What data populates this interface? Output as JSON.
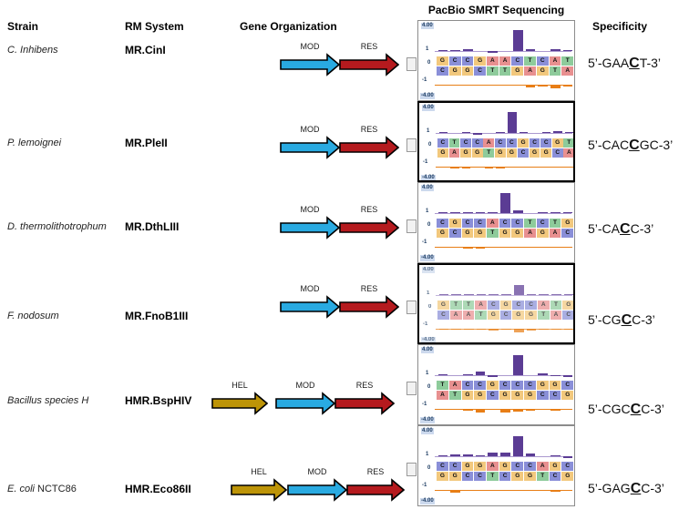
{
  "header": {
    "strain": "Strain",
    "rm_system": "RM System",
    "gene_organization": "Gene Organization",
    "pacbio": "PacBio SMRT Sequencing",
    "specificity": "Specificity"
  },
  "colors": {
    "mod_gene": "#29aae1",
    "res_gene": "#b51a1e",
    "hel_gene": "#bd9407",
    "bar_top": "#5b3c94",
    "bar_bottom": "#e87e16",
    "base_A": "#e89090",
    "base_C": "#8a8fd8",
    "base_G": "#f2c87d",
    "base_T": "#8ecb9b",
    "axis_label": "#17375e"
  },
  "rows": [
    {
      "strain_italic": "C. Inhibens",
      "strain_normal": "",
      "rm_system": "MR.CinI",
      "genes": [
        "MOD",
        "RES"
      ],
      "specificity": {
        "prefix": "5’-GAA",
        "modified_base": "C",
        "suffix": "T-3’"
      }
    },
    {
      "strain_italic": "P. lemoignei",
      "strain_normal": "",
      "rm_system": "MR.PleII",
      "genes": [
        "MOD",
        "RES"
      ],
      "specificity": {
        "prefix": "5’-CAC",
        "modified_base": "C",
        "suffix": "GC-3’"
      }
    },
    {
      "strain_italic": "D. thermolithotrophum",
      "strain_normal": "",
      "rm_system": "MR.DthLIII",
      "genes": [
        "MOD",
        "RES"
      ],
      "specificity": {
        "prefix": "5’-CA",
        "modified_base": "C",
        "suffix": "C-3’"
      }
    },
    {
      "strain_italic": "F. nodosum",
      "strain_normal": "",
      "rm_system": "MR.FnoB1III",
      "genes": [
        "MOD",
        "RES"
      ],
      "specificity": {
        "prefix": "5’-CG",
        "modified_base": "C",
        "suffix": "C-3’"
      }
    },
    {
      "strain_italic": "Bacillus species H",
      "strain_normal": "",
      "rm_system": "HMR.BspHIV",
      "genes": [
        "HEL",
        "MOD",
        "RES"
      ],
      "specificity": {
        "prefix": "5’-CGC",
        "modified_base": "C",
        "suffix": "C-3’"
      }
    },
    {
      "strain_italic": "E. coli",
      "strain_normal": " NCTC86",
      "rm_system": "HMR.Eco86II",
      "genes": [
        "HEL",
        "MOD",
        "RES"
      ],
      "specificity": {
        "prefix": "5’-GAG",
        "modified_base": "C",
        "suffix": "C-3’"
      }
    }
  ],
  "chart_data": [
    {
      "type": "bar",
      "title": "MR.CinI SMRT kinetics",
      "ylim": [
        -4,
        4
      ],
      "y_axis_labels": [
        "4.00",
        "1",
        "0",
        "-1",
        "-4.00"
      ],
      "top_strand": "GCCGAACTCAT",
      "bottom_strand": "CGGCTTGAGTA",
      "modified_index": 6,
      "top_bars": [
        0.15,
        0.1,
        0.2,
        0,
        -0.25,
        0,
        2.9,
        0.3,
        0,
        0.2,
        0.1
      ],
      "bottom_bars": [
        0.08,
        0.05,
        0.08,
        0.05,
        0.05,
        0.1,
        0.15,
        0.35,
        0.3,
        0.45,
        0.25
      ]
    },
    {
      "type": "bar",
      "title": "MR.PleII SMRT kinetics",
      "ylim": [
        -4,
        4
      ],
      "y_axis_labels": [
        "4.00",
        "1",
        "0",
        "-1",
        "-4.00"
      ],
      "top_strand": "CTCCACCGCCGT",
      "bottom_strand": "GAGGTGGCGGCA",
      "modified_index": 6,
      "top_bars": [
        0.05,
        0,
        0.05,
        -0.2,
        0,
        0.05,
        2.85,
        0.1,
        0,
        0.1,
        0.3,
        0.15
      ],
      "bottom_bars": [
        0.05,
        0.3,
        0.28,
        0.05,
        0.2,
        0.22,
        0.18,
        0.05,
        0.05,
        0.1,
        0.05,
        0.05
      ]
    },
    {
      "type": "bar",
      "title": "MR.DthLIII SMRT kinetics",
      "ylim": [
        -4,
        4
      ],
      "y_axis_labels": [
        "4.00",
        "1",
        "0",
        "-1",
        "-4.00"
      ],
      "top_strand": "CGCCACCTCTG",
      "bottom_strand": "GCGGTGGAGAC",
      "modified_index": 5,
      "top_bars": [
        0.1,
        0.05,
        0.05,
        0.15,
        0.05,
        2.8,
        0.35,
        0,
        0.05,
        0.05,
        0.1
      ],
      "bottom_bars": [
        0.05,
        0.08,
        0.3,
        0.28,
        0.12,
        0.06,
        0.1,
        0.06,
        0.1,
        0.06,
        0.05
      ]
    },
    {
      "type": "bar",
      "title": "MR.FnoB1III SMRT kinetics",
      "ylim": [
        -4,
        4
      ],
      "y_axis_labels": [
        "4.00",
        "1",
        "0",
        "-1",
        "-4.00"
      ],
      "top_strand": "GTTACGCCATG",
      "bottom_strand": "CAATGCGGTAC",
      "modified_index": 6,
      "top_bars": [
        0.05,
        0.05,
        0.05,
        0.08,
        0.15,
        0.18,
        1.4,
        0.12,
        0.05,
        0.08,
        0.05
      ],
      "bottom_bars": [
        0.05,
        0.12,
        0.08,
        0.18,
        0.25,
        0.1,
        0.5,
        0.22,
        0.12,
        0.15,
        0.05
      ]
    },
    {
      "type": "bar",
      "title": "HMR.BspHIV SMRT kinetics",
      "ylim": [
        -4,
        4
      ],
      "y_axis_labels": [
        "4.00",
        "1",
        "0",
        "-1",
        "-4.00"
      ],
      "top_strand": "TACCGCCCGGC",
      "bottom_strand": "ATGGCGGGCCG",
      "modified_index": 6,
      "top_bars": [
        0.05,
        0,
        0.08,
        0.55,
        -0.3,
        0,
        2.7,
        0,
        0.3,
        -0.15,
        -0.25
      ],
      "bottom_bars": [
        0.12,
        0.15,
        0.3,
        0.45,
        0.15,
        0.5,
        0.42,
        0.28,
        0.1,
        0.3,
        0.12
      ]
    },
    {
      "type": "bar",
      "title": "HMR.Eco86II SMRT kinetics",
      "ylim": [
        -4,
        4
      ],
      "y_axis_labels": [
        "4.00",
        "1",
        "0",
        "-1",
        "-4.00"
      ],
      "top_strand": "CCGGAGCCAGC",
      "bottom_strand": "GGCCTCGGTCG",
      "modified_index": 6,
      "top_bars": [
        0.05,
        0.3,
        0.3,
        0.05,
        0.45,
        0.45,
        2.8,
        0.35,
        0,
        0.05,
        -0.2
      ],
      "bottom_bars": [
        0.1,
        0.35,
        0.12,
        0.06,
        0.1,
        0.06,
        0.08,
        0.15,
        0.12,
        0.22,
        0.1
      ]
    }
  ]
}
